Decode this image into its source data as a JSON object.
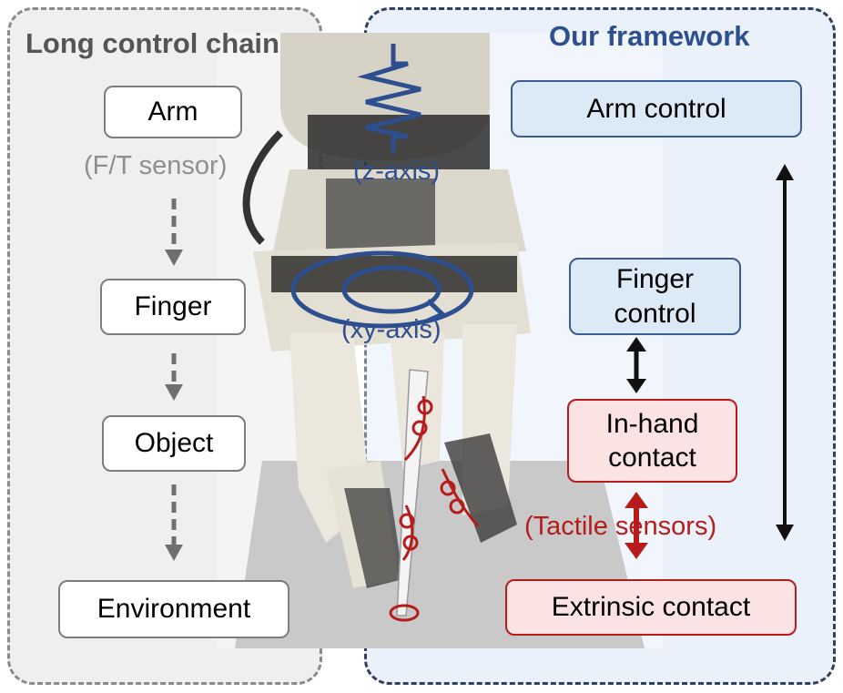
{
  "left_panel": {
    "title": "Long control chain",
    "boxes": [
      "Arm",
      "Finger",
      "Object",
      "Environment"
    ],
    "sensor_label": "(F/T sensor)"
  },
  "right_panel": {
    "title": "Our framework",
    "arm_control": "Arm control",
    "finger_control": "Finger control",
    "in_hand_contact": "In-hand contact",
    "extrinsic_contact": "Extrinsic contact",
    "tactile_label": "(Tactile sensors)"
  },
  "annotations": {
    "z_axis": "(z-axis)",
    "xy_axis": "(xy-axis)"
  },
  "colors": {
    "gray": "#6f6f6f",
    "blue": "#2e4f8f",
    "red": "#b71c1c"
  }
}
